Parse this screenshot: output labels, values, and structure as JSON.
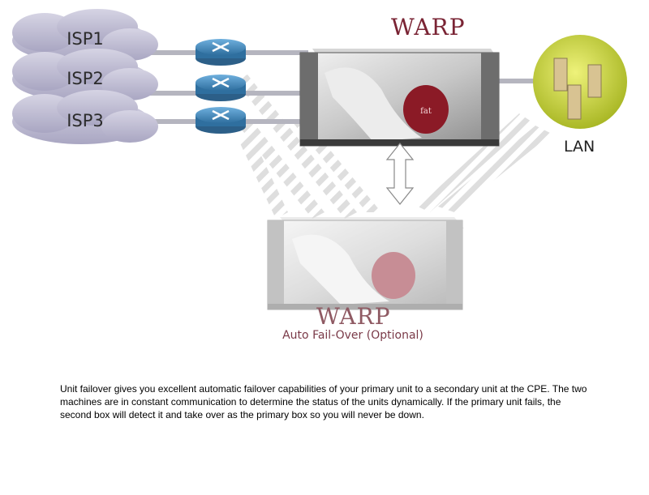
{
  "clouds": [
    {
      "label": "ISP1"
    },
    {
      "label": "ISP2"
    },
    {
      "label": "ISP3"
    }
  ],
  "primary_unit": {
    "title": "WARP"
  },
  "secondary_unit": {
    "title": "WARP",
    "subtitle": "Auto Fail-Over (Optional)"
  },
  "lan": {
    "label": "LAN"
  },
  "description": "Unit failover gives you excellent automatic failover capabilities of your primary unit to a secondary unit at the CPE. The two machines are in constant communication to determine the status of the units dynamically.  If the primary unit fails, the second box will detect it and take over as the primary box so you will never be down.",
  "colors": {
    "title": "#7a2434",
    "cloud": "#b9b6cf",
    "router": "#3f7fb3",
    "lan_disc": "#c9d33c"
  }
}
